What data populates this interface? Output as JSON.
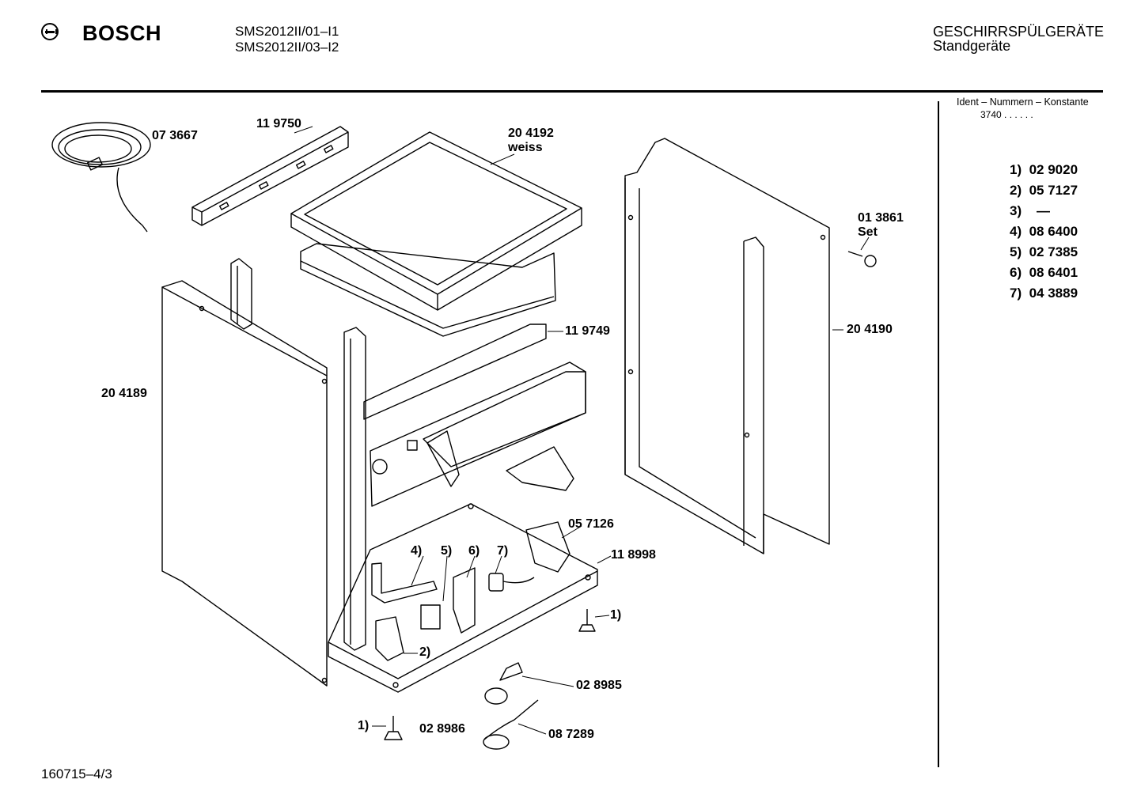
{
  "header": {
    "brand": "BOSCH",
    "models": [
      "SMS2012II/01–I1",
      "SMS2012II/03–I2"
    ],
    "category": "GESCHIRRSPÜLGERÄTE",
    "subcategory": "Standgeräte"
  },
  "ident_panel": {
    "title": "Ident – Nummern – Konstante",
    "value": "3740 . . . . . ."
  },
  "legend": [
    {
      "key": "1)",
      "value": "02 9020"
    },
    {
      "key": "2)",
      "value": "05 7127"
    },
    {
      "key": "3)",
      "value": "—"
    },
    {
      "key": "4)",
      "value": "08 6400"
    },
    {
      "key": "5)",
      "value": "02 7385"
    },
    {
      "key": "6)",
      "value": "08 6401"
    },
    {
      "key": "7)",
      "value": "04 3889"
    }
  ],
  "parts": {
    "cable": "07 3667",
    "top_rail": "11 9750",
    "worktop": "20 4192",
    "worktop_color": "weiss",
    "screw_set": "01 3861",
    "screw_set_suffix": "Set",
    "rear_brace": "11 9749",
    "side_panel_right": "20 4190",
    "side_panel_left": "20 4189",
    "bracket": "05 7126",
    "base": "11 8998",
    "callout_1_right": "1)",
    "callout_2": "2)",
    "callout_4": "4)",
    "callout_5": "5)",
    "callout_6": "6)",
    "callout_7": "7)",
    "switch": "02 8985",
    "float_cap": "02 8986",
    "float_assembly": "08 7289",
    "callout_1_left": "1)"
  },
  "footer": {
    "doc_number": "160715–4/3"
  }
}
